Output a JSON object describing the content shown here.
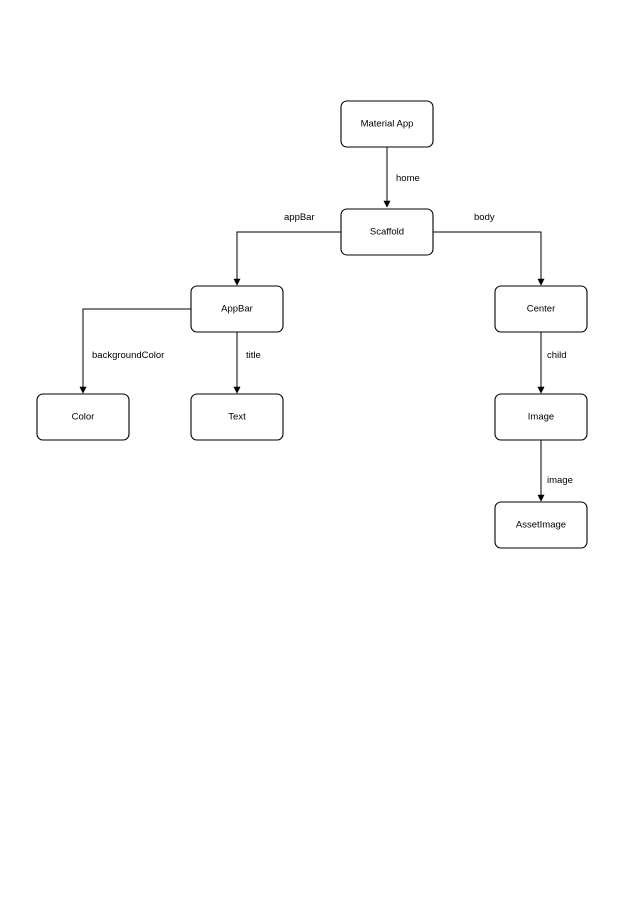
{
  "diagram": {
    "nodes": {
      "material_app": "Material App",
      "scaffold": "Scaffold",
      "appbar": "AppBar",
      "center": "Center",
      "color": "Color",
      "text": "Text",
      "image": "Image",
      "asset_image": "AssetImage"
    },
    "edges": {
      "home": "home",
      "app_bar": "appBar",
      "body": "body",
      "background_color": "backgroundColor",
      "title": "title",
      "child": "child",
      "image": "image"
    }
  }
}
